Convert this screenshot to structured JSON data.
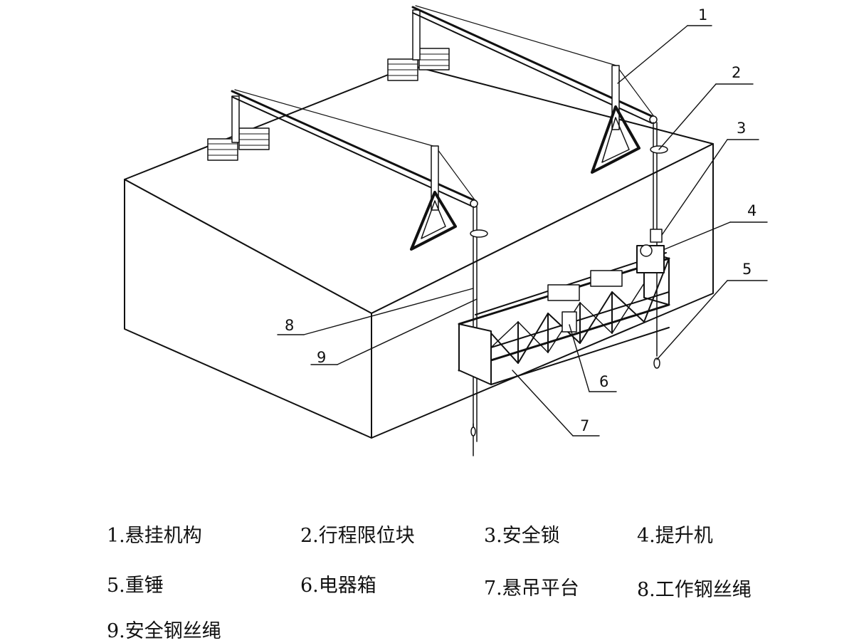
{
  "callouts": [
    "1",
    "2",
    "3",
    "4",
    "5",
    "6",
    "7",
    "8",
    "9"
  ],
  "legend": [
    "1.悬挂机构",
    "2.行程限位块",
    "3.安全锁",
    "4.提升机",
    "5.重锤",
    "6.电器箱",
    "7.悬吊平台",
    "8.工作钢丝绳",
    "9.安全钢丝绳"
  ]
}
